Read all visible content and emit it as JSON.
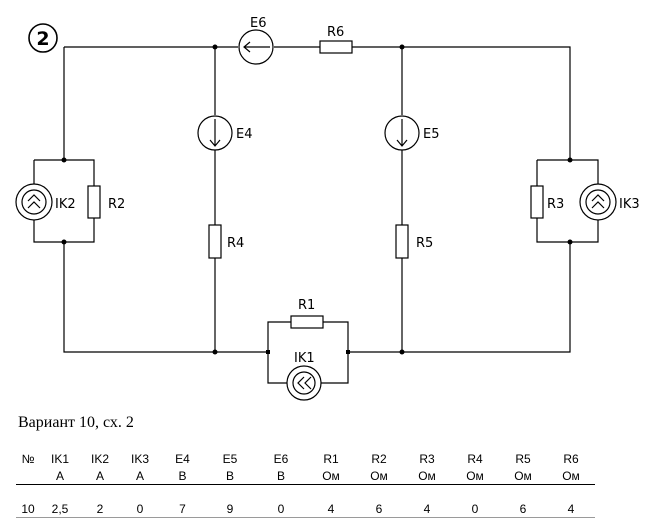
{
  "diagram": {
    "number": "2",
    "labels": {
      "e6": "E6",
      "r6": "R6",
      "e4": "E4",
      "e5": "E5",
      "ik2": "IK2",
      "r2": "R2",
      "r4": "R4",
      "r5": "R5",
      "r3": "R3",
      "ik3": "IK3",
      "r1": "R1",
      "ik1": "IK1"
    }
  },
  "caption": "Вариант 10, сх. 2",
  "table": {
    "headers": [
      "№",
      "IK1",
      "IK2",
      "IK3",
      "E4",
      "E5",
      "E6",
      "R1",
      "R2",
      "R3",
      "R4",
      "R5",
      "R6"
    ],
    "units": [
      "",
      "A",
      "A",
      "A",
      "B",
      "B",
      "B",
      "Ом",
      "Ом",
      "Ом",
      "Ом",
      "Ом",
      "Ом"
    ],
    "values": [
      "10",
      "2,5",
      "2",
      "0",
      "7",
      "9",
      "0",
      "4",
      "6",
      "4",
      "0",
      "6",
      "4"
    ]
  }
}
